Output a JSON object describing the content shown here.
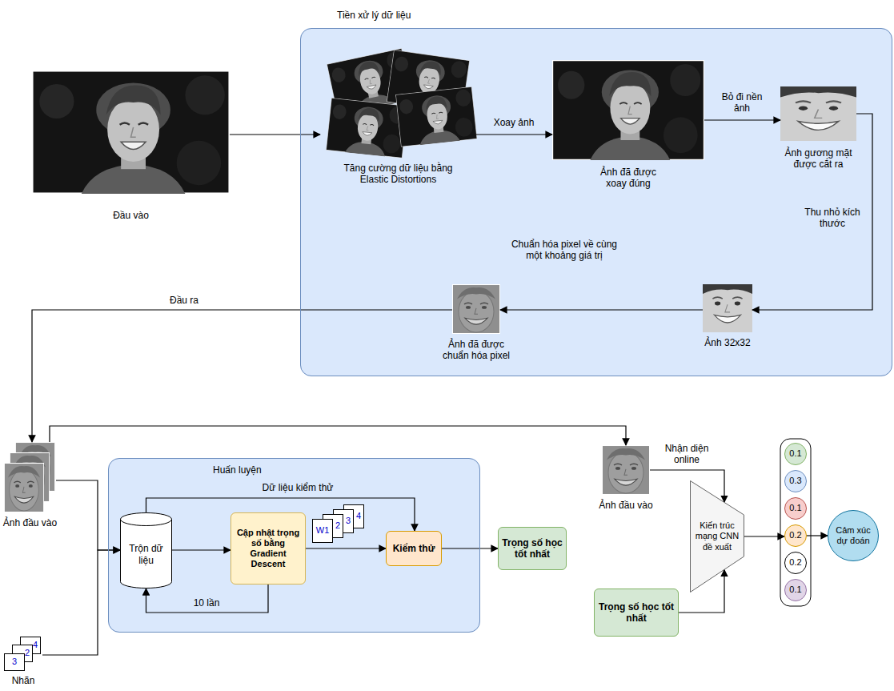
{
  "diagram": {
    "nodes": [
      {
        "text": [
          "Đầu vào"
        ]
      },
      {
        "text": [
          "Tiền xử lý dữ liệu"
        ]
      },
      {
        "text": [
          "Tăng cường dữ liệu bằng Elastic Distortions"
        ],
        "in": 1
      },
      {
        "text": [
          "Ảnh đã được xoay đúng"
        ],
        "in": 1
      },
      {
        "text": [
          "Ảnh gương mặt được cắt ra"
        ],
        "in": 1
      },
      {
        "text": [
          "Ảnh 32x32"
        ],
        "in": 1
      },
      {
        "text": [
          "Ảnh đã được chuẩn hóa pixel"
        ],
        "in": 1
      },
      {
        "text": [
          "Ảnh đầu vào"
        ]
      },
      {
        "text": [
          "4",
          "2",
          "3",
          "Nhãn"
        ]
      },
      {
        "text": [
          "Huấn luyện"
        ]
      },
      {
        "text": [
          "Trộn dữ liệu"
        ],
        "in": 9
      },
      {
        "text": [
          "Cập nhật trọng số bằng Gradient Descent"
        ],
        "in": 9
      },
      {
        "text": [
          "W1",
          "2",
          "3",
          "4"
        ],
        "in": 9
      },
      {
        "text": [
          "Kiểm thử"
        ],
        "in": 9
      },
      {
        "text": [
          "Trọng số học tốt nhất"
        ]
      },
      {
        "text": [
          "Ảnh đầu vào"
        ]
      },
      {
        "text": [
          "Trọng số học tốt nhất"
        ]
      },
      {
        "text": [
          "Kiến trúc mạng CNN đề xuất"
        ]
      },
      {
        "text": [
          "0.1"
        ]
      },
      {
        "text": [
          "0.3"
        ]
      },
      {
        "text": [
          "0.1"
        ]
      },
      {
        "text": [
          "0.2"
        ]
      },
      {
        "text": [
          "0.2"
        ]
      },
      {
        "text": [
          "0.1"
        ]
      },
      {
        "text": [
          "Cảm xúc dự đoán"
        ]
      }
    ],
    "edges": [
      {
        "from": 0,
        "to": 2,
        "arrow": "to"
      },
      {
        "from": 2,
        "to": 3,
        "arrow": "to",
        "label": "Xoay ảnh"
      },
      {
        "from": 3,
        "to": 4,
        "arrow": "to",
        "label": "Bỏ đi nền ảnh"
      },
      {
        "from": 4,
        "to": 5,
        "arrow": "to",
        "label": "Thu nhỏ kích thước"
      },
      {
        "from": 5,
        "to": 6,
        "arrow": "to",
        "label": "Chuẩn hóa pixel về cùng một khoảng giá trị"
      },
      {
        "from": 6,
        "to": 7,
        "arrow": "to",
        "label": "Đầu ra"
      },
      {
        "from": 7,
        "to": 15,
        "arrow": "to"
      },
      {
        "from": 7,
        "to": 10,
        "arrow": "to"
      },
      {
        "from": 8,
        "to": 10,
        "arrow": "to"
      },
      {
        "from": 10,
        "to": 11,
        "arrow": "to"
      },
      {
        "from": 10,
        "to": 13,
        "arrow": "to",
        "label": "Dữ liệu kiểm thử"
      },
      {
        "from": 11,
        "to": 10,
        "arrow": "to",
        "label": "10 lần"
      },
      {
        "from": 11,
        "to": 13,
        "arrow": "to"
      },
      {
        "from": 13,
        "to": 14,
        "arrow": "to"
      },
      {
        "from": 15,
        "to": 17,
        "arrow": "to",
        "label": "Nhận diện online"
      },
      {
        "from": 16,
        "to": 17,
        "arrow": "to"
      },
      {
        "from": 17,
        "to": 21,
        "arrow": "to"
      },
      {
        "from": 21,
        "to": 24,
        "arrow": "to"
      }
    ]
  }
}
